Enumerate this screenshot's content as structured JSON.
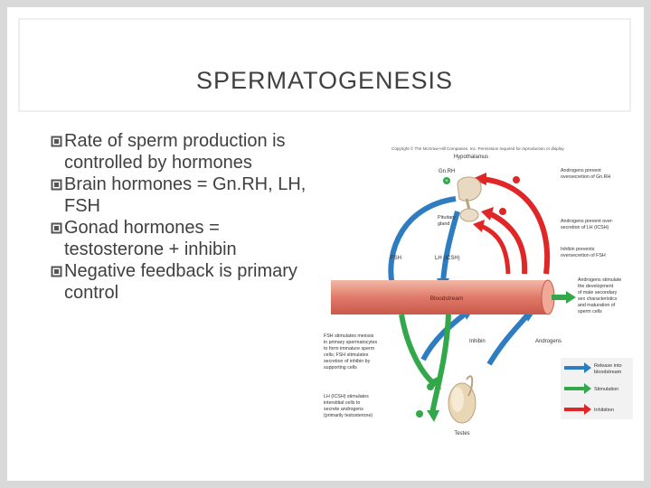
{
  "slide": {
    "title": "SPERMATOGENESIS",
    "bullets": [
      "Rate of sperm production is controlled by hormones",
      "Brain hormones = Gn.RH, LH, FSH",
      "Gonad hormones = testosterone + inhibin",
      "Negative feedback is primary control"
    ]
  },
  "diagram": {
    "copyright": "Copyright © The McGraw-Hill Companies, Inc. Permission required for reproduction or display.",
    "hypothalamus": "Hypothalamus",
    "gnrh": "Gn.RH",
    "pituitary": [
      "Pituitary",
      "gland"
    ],
    "fsh": "FSH",
    "lh": "LH (ICSH)",
    "androgens_gnrh": [
      "Androgens prevent",
      "oversecretion of Gn.RH"
    ],
    "androgens_lh": [
      "Androgens prevent over-",
      "secretion of LH (ICSH)"
    ],
    "inhibin_prevents": [
      "Inhibin prevents",
      "oversecretion of FSH"
    ],
    "bloodstream": "Bloodstream",
    "androgens_stimulate": [
      "Androgens stimulate",
      "the development",
      "of male secondary",
      "sex characteristics",
      "and maturation of",
      "sperm cells"
    ],
    "fsh_text": [
      "FSH stimulates meiosis",
      "in primary spermatocytes",
      "to form immature sperm",
      "cells; FSH stimulates",
      "secretion of inhibin by",
      "supporting cells"
    ],
    "lh_text": [
      "LH (ICSH) stimulates",
      "interstitial cells to",
      "secrete androgens",
      "(primarily testosterone)"
    ],
    "inhibin": "Inhibin",
    "androgens": "Androgens",
    "testes": "Testes",
    "legend": [
      "Release into bloodstream",
      "Stimulation",
      "Inhibition"
    ],
    "legend_lines": [
      [
        "Release into",
        "bloodstream"
      ],
      [
        "Stimulation"
      ],
      [
        "Inhibition"
      ]
    ],
    "colors": {
      "blue": "#2f7dc1",
      "green": "#33a84a",
      "red": "#e02626",
      "blood": "#e07a6a"
    }
  }
}
